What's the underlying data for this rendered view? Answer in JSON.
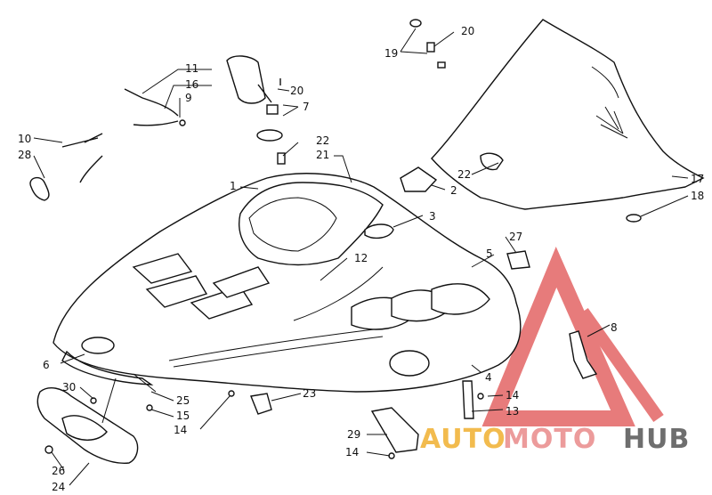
{
  "diagram": {
    "callouts": [
      "1",
      "2",
      "3",
      "4",
      "5",
      "6",
      "7",
      "8",
      "9",
      "10",
      "11",
      "12",
      "13",
      "14",
      "15",
      "16",
      "17",
      "18",
      "19",
      "20",
      "21",
      "22",
      "23",
      "24",
      "25",
      "26",
      "27",
      "28",
      "29",
      "30"
    ]
  },
  "watermark": {
    "auto": "AUTO",
    "moto": "MOTO",
    "hub": "HUB",
    "colors": {
      "auto": "#f0b030",
      "moto": "#e98a8a",
      "hub": "#555555",
      "triangle": "#e05050"
    }
  }
}
